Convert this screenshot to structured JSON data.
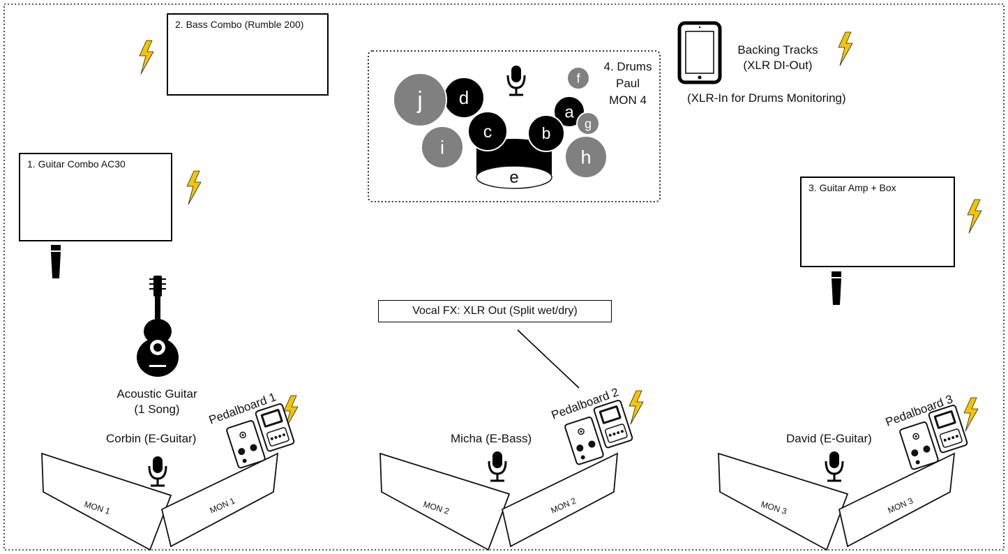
{
  "amps": {
    "bass_combo": "2. Bass Combo (Rumble 200)",
    "guitar_combo": "1. Guitar Combo AC30",
    "guitar_amp_box": "3. Guitar Amp + Box"
  },
  "drums": {
    "title": "4. Drums",
    "player": "Paul",
    "monitor": "MON 4",
    "pieces": [
      "a",
      "b",
      "c",
      "d",
      "e",
      "f",
      "g",
      "h",
      "i",
      "j"
    ]
  },
  "backing": {
    "title": "Backing Tracks",
    "output": "(XLR DI-Out)",
    "input": "(XLR-In for Drums Monitoring)"
  },
  "vocal_fx": "Vocal FX: XLR Out (Split wet/dry)",
  "acoustic": {
    "label": "Acoustic Guitar",
    "note": "(1 Song)"
  },
  "musicians": {
    "corbin": "Corbin (E-Guitar)",
    "micha": "Micha (E-Bass)",
    "david": "David (E-Guitar)"
  },
  "pedalboards": {
    "p1": "Pedalboard 1",
    "p2": "Pedalboard 2",
    "p3": "Pedalboard 3"
  },
  "monitors": {
    "m1": "MON 1",
    "m2": "MON 2",
    "m3": "MON 3"
  },
  "colors": {
    "power": "#f5c400",
    "drum_black": "#000000",
    "drum_grey": "#808080"
  }
}
